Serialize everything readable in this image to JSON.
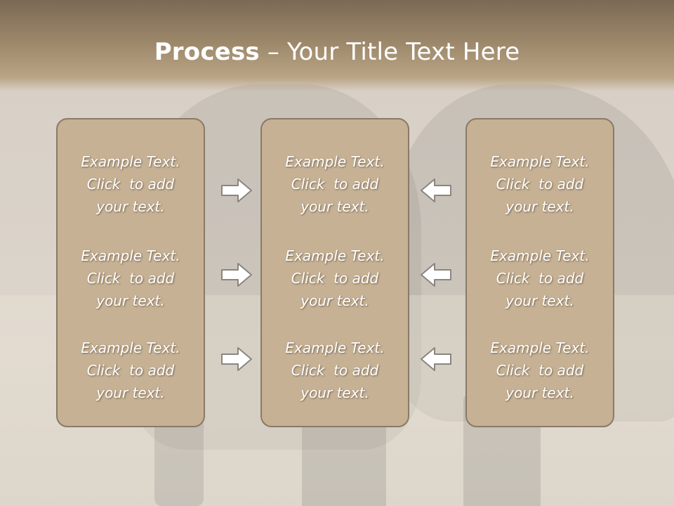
{
  "title": {
    "bold": "Process",
    "rest": " – Your Title Text Here"
  },
  "columns": [
    {
      "items": [
        {
          "line1": "Example Text.",
          "line2": "Click  to add",
          "line3": "your text."
        },
        {
          "line1": "Example Text.",
          "line2": "Click  to add",
          "line3": "your text."
        },
        {
          "line1": "Example Text.",
          "line2": "Click  to add",
          "line3": "your text."
        }
      ]
    },
    {
      "items": [
        {
          "line1": "Example Text.",
          "line2": "Click  to add",
          "line3": "your text."
        },
        {
          "line1": "Example Text.",
          "line2": "Click  to add",
          "line3": "your text."
        },
        {
          "line1": "Example Text.",
          "line2": "Click  to add",
          "line3": "your text."
        }
      ]
    },
    {
      "items": [
        {
          "line1": "Example Text.",
          "line2": "Click  to add",
          "line3": "your text."
        },
        {
          "line1": "Example Text.",
          "line2": "Click  to add",
          "line3": "your text."
        },
        {
          "line1": "Example Text.",
          "line2": "Click  to add",
          "line3": "your text."
        }
      ]
    }
  ],
  "arrows": {
    "left_column": [
      "arrow-right-icon",
      "arrow-right-icon",
      "arrow-right-icon"
    ],
    "right_column": [
      "arrow-left-icon",
      "arrow-left-icon",
      "arrow-left-icon"
    ]
  },
  "colors": {
    "header": "#9b8669",
    "box_fill": "#c6b194",
    "box_border": "#8a7a66",
    "text": "#ffffff"
  }
}
